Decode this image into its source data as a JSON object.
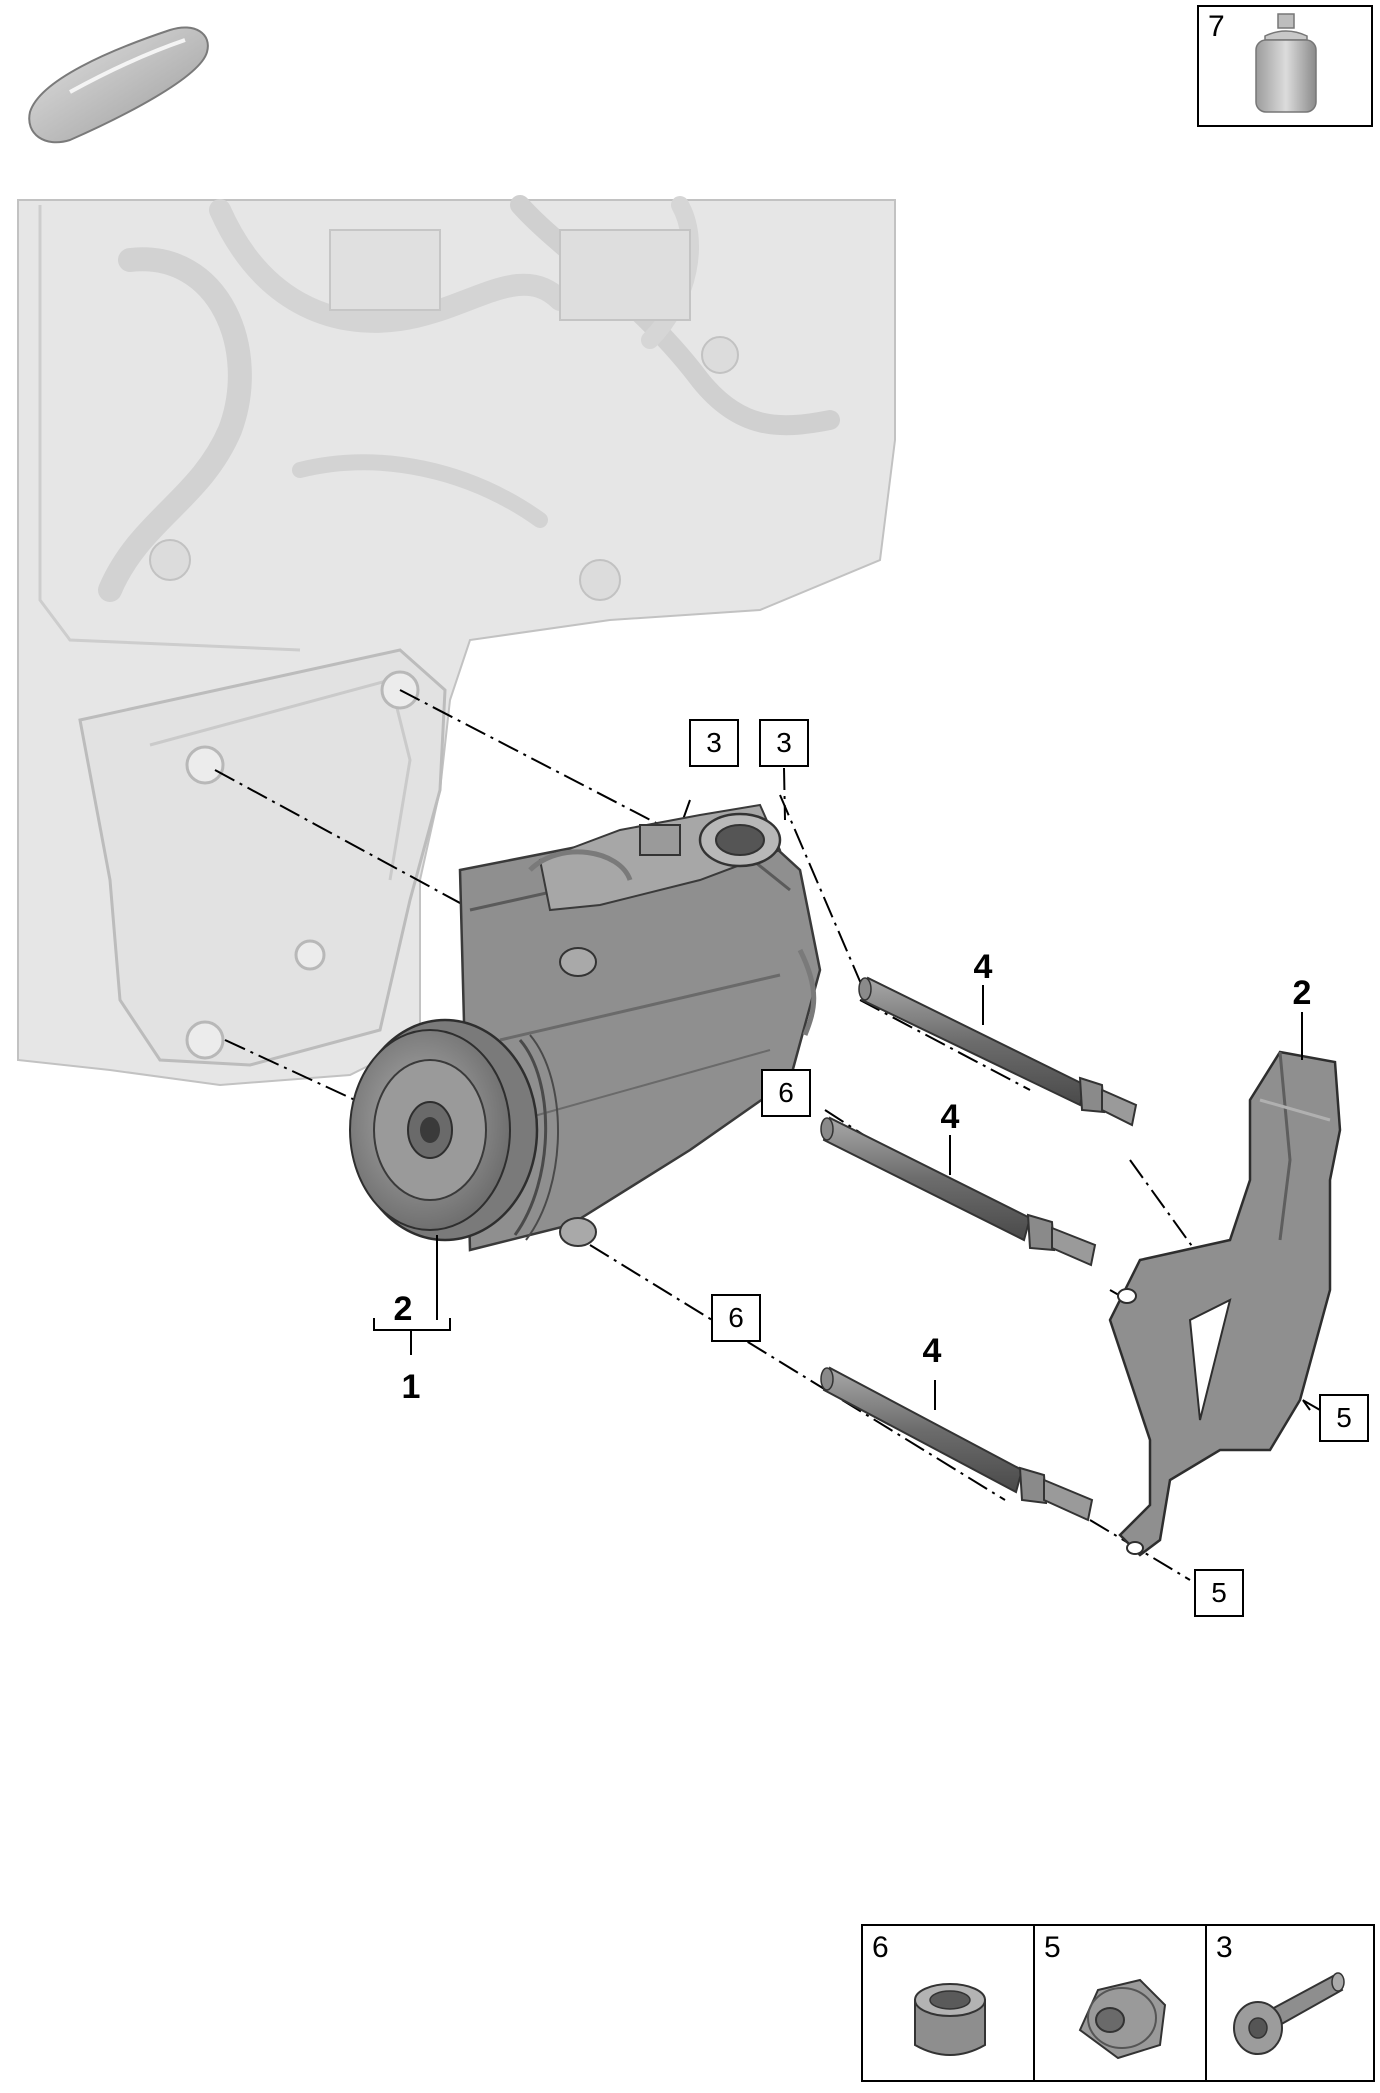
{
  "car_icon": "car-silhouette-icon",
  "inset_top": {
    "number": "7",
    "icon": "bottle-icon"
  },
  "inset_bottom": [
    {
      "number": "6",
      "icon": "bushing-icon"
    },
    {
      "number": "5",
      "icon": "hex-nut-icon"
    },
    {
      "number": "3",
      "icon": "bolt-icon"
    }
  ],
  "callouts": {
    "c3a": "3",
    "c3b": "3",
    "c6a": "6",
    "c6b": "6",
    "c5a": "5",
    "c5b": "5",
    "c4a": "4",
    "c4b": "4",
    "c4c": "4",
    "c2_bracket": "2",
    "c2_compressor": "2",
    "c1": "1"
  },
  "colors": {
    "engine": "#e6e6e6",
    "engine_line": "#c2c2c2",
    "part": "#8f8f8f",
    "part_dark": "#6a6a6a",
    "part_light": "#b5b5b5"
  }
}
